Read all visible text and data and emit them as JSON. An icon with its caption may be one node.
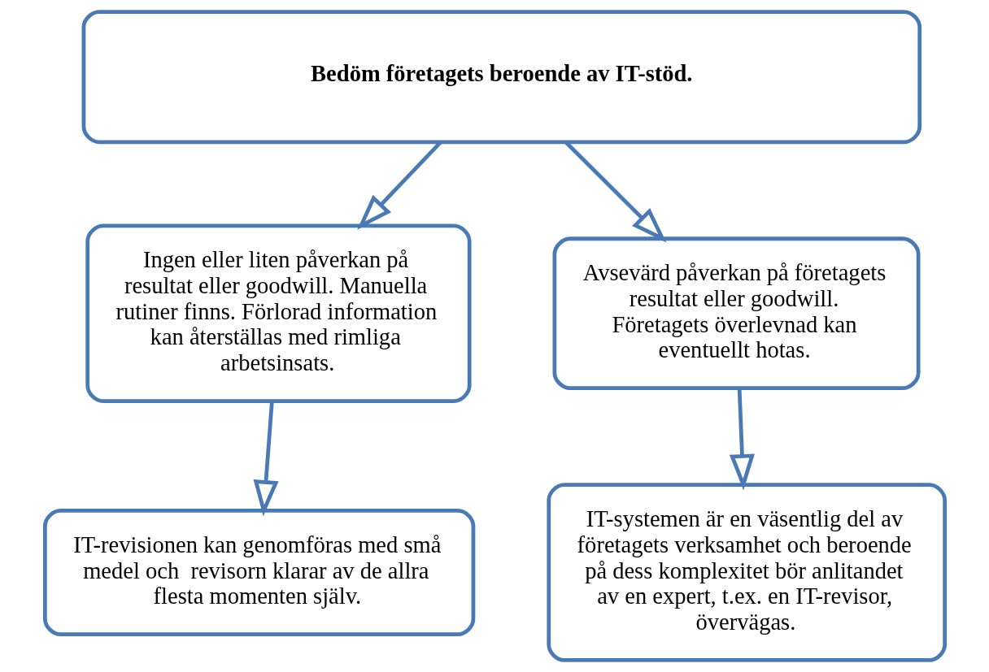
{
  "diagram": {
    "nodes": [
      {
        "text": [
          "Bedöm företagets beroende av IT-stöd."
        ]
      },
      {
        "text": [
          "Ingen eller liten påverkan på resultat eller goodwill. Manuella rutiner finns. Förlorad information kan återställas med rimliga arbetsinsats."
        ]
      },
      {
        "text": [
          "Avsevärd påverkan på företagets resultat eller goodwill.  Företagets överlevnad kan eventuellt hotas."
        ]
      },
      {
        "text": [
          "IT-revisionen kan genomföras med små medel och  revisorn klarar av de allra flesta momenten själv."
        ]
      },
      {
        "text": [
          "IT-systemen är en väsentlig del av företagets verksamhet och beroende på dess komplexitet bör anlitandet av en expert, t.ex. en IT-revisor, övervägas."
        ]
      }
    ],
    "edges": [
      {
        "from": 0,
        "to": 1,
        "arrow": "to"
      },
      {
        "from": 0,
        "to": 2,
        "arrow": "to"
      },
      {
        "from": 1,
        "to": 3,
        "arrow": "to"
      },
      {
        "from": 2,
        "to": 4,
        "arrow": "to"
      }
    ]
  }
}
